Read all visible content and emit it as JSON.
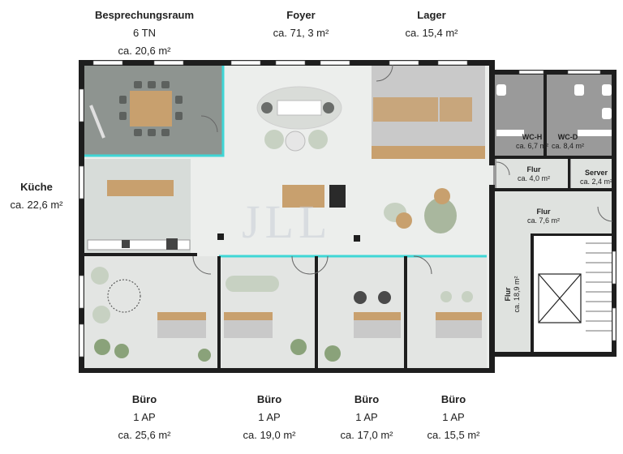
{
  "top_labels": [
    {
      "title": "Besprechungsraum",
      "line2": "6 TN",
      "line3": "ca. 20,6 m²"
    },
    {
      "title": "Foyer",
      "line2": "ca. 71, 3 m²"
    },
    {
      "title": "Lager",
      "line2": "ca. 15,4 m²"
    }
  ],
  "left_label": {
    "title": "Küche",
    "line2": "ca. 22,6 m²"
  },
  "bottom_labels": [
    {
      "title": "Büro",
      "line2": "1 AP",
      "line3": "ca. 25,6 m²"
    },
    {
      "title": "Büro",
      "line2": "1 AP",
      "line3": "ca. 19,0 m²"
    },
    {
      "title": "Büro",
      "line2": "1 AP",
      "line3": "ca. 17,0 m²"
    },
    {
      "title": "Büro",
      "line2": "1 AP",
      "line3": "ca. 15,5 m²"
    }
  ],
  "inner_labels": {
    "wch": {
      "title": "WC-H",
      "area": "ca. 6,7 m²"
    },
    "wcd": {
      "title": "WC-D",
      "area": "ca. 8,4 m²"
    },
    "flur1": {
      "title": "Flur",
      "area": "ca. 4,0 m²"
    },
    "server": {
      "title": "Server",
      "area": "ca. 2,4 m²"
    },
    "flur2": {
      "title": "Flur",
      "area": "ca. 7,6 m²"
    },
    "flur3": {
      "title": "Flur",
      "area": "ca. 18,9 m²"
    }
  },
  "watermark": "JLL",
  "colors": {
    "wall": "#1e1e1e",
    "meeting_floor": "#8e9490",
    "kitchen_floor": "#d7dcd9",
    "office_floor": "#e3e5e3",
    "foyer_floor": "#eceeec",
    "storage_floor": "#c9c9c9",
    "wood": "#c8a06e",
    "plant": "#8aa27a",
    "accent_cyan": "#3fd6d6"
  }
}
